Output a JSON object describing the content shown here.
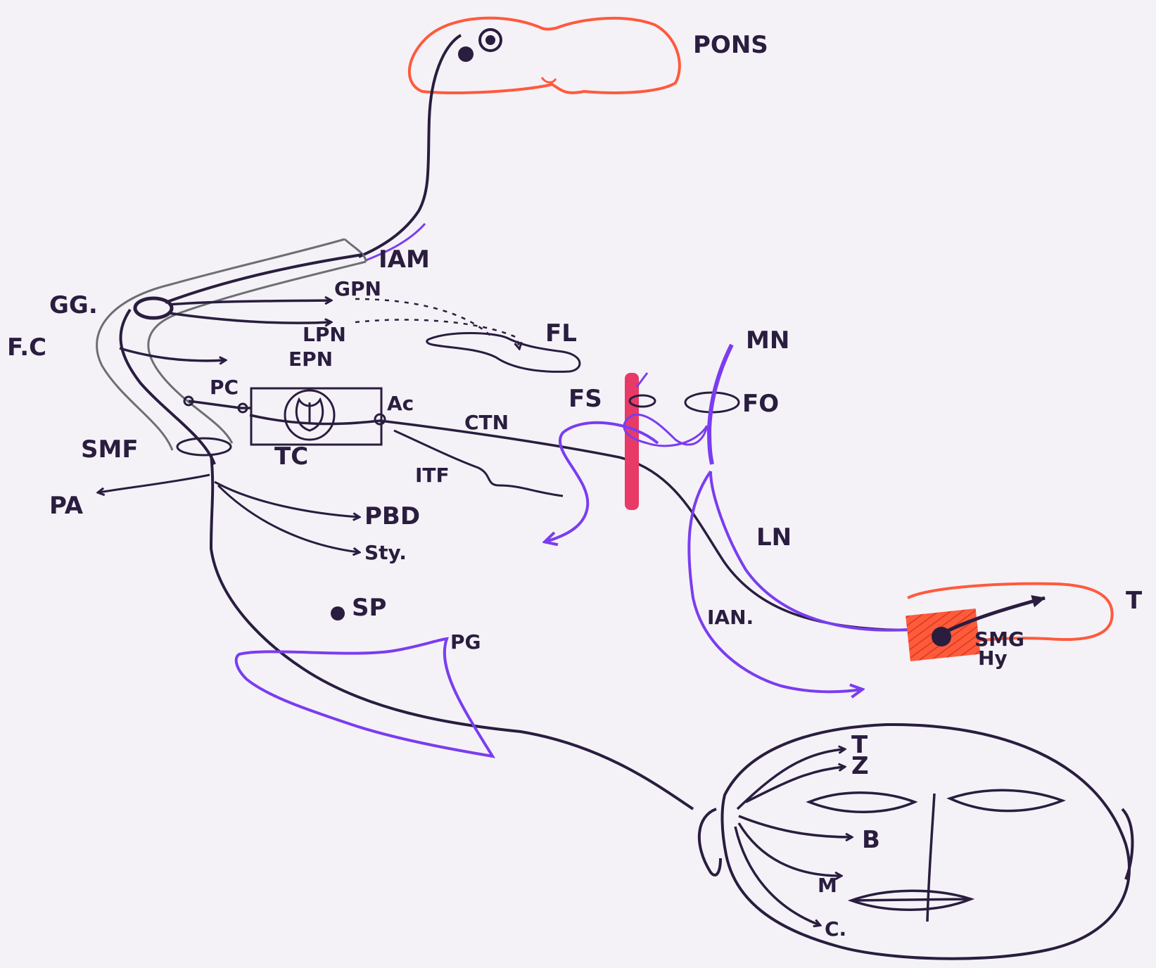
{
  "colors": {
    "paper": "#f4f2f7",
    "ink": "#2a1d3f",
    "grey": "#6e6e74",
    "red": "#ff5a3c",
    "violet": "#7b3cf0",
    "magenta": "#e83a66"
  },
  "labels": {
    "pons": "PONS",
    "iam": "IAM",
    "gg": "GG.",
    "gpn": "GPN",
    "lpn": "LPN",
    "epn": "EPN",
    "fc": "F.C",
    "fl": "FL",
    "mn": "MN",
    "pc": "PC",
    "ac": "Ac",
    "fs": "FS",
    "fo": "FO",
    "smf": "SMF",
    "tc": "TC",
    "ctn": "CTN",
    "itf": "ITF",
    "pa": "PA",
    "pbd": "PBD",
    "sty": "Sty.",
    "ln": "LN",
    "sp": "SP",
    "pg": "PG",
    "ian": "IAN.",
    "t_tongue": "T",
    "smg": "SMG",
    "hy": "Hy",
    "face_t": "T",
    "face_z": "Z",
    "face_b": "B",
    "face_m": "M",
    "face_c": "C."
  },
  "icons": {
    "arrowhead": "arrowhead-icon",
    "ganglion": "ganglion-circle-icon"
  }
}
